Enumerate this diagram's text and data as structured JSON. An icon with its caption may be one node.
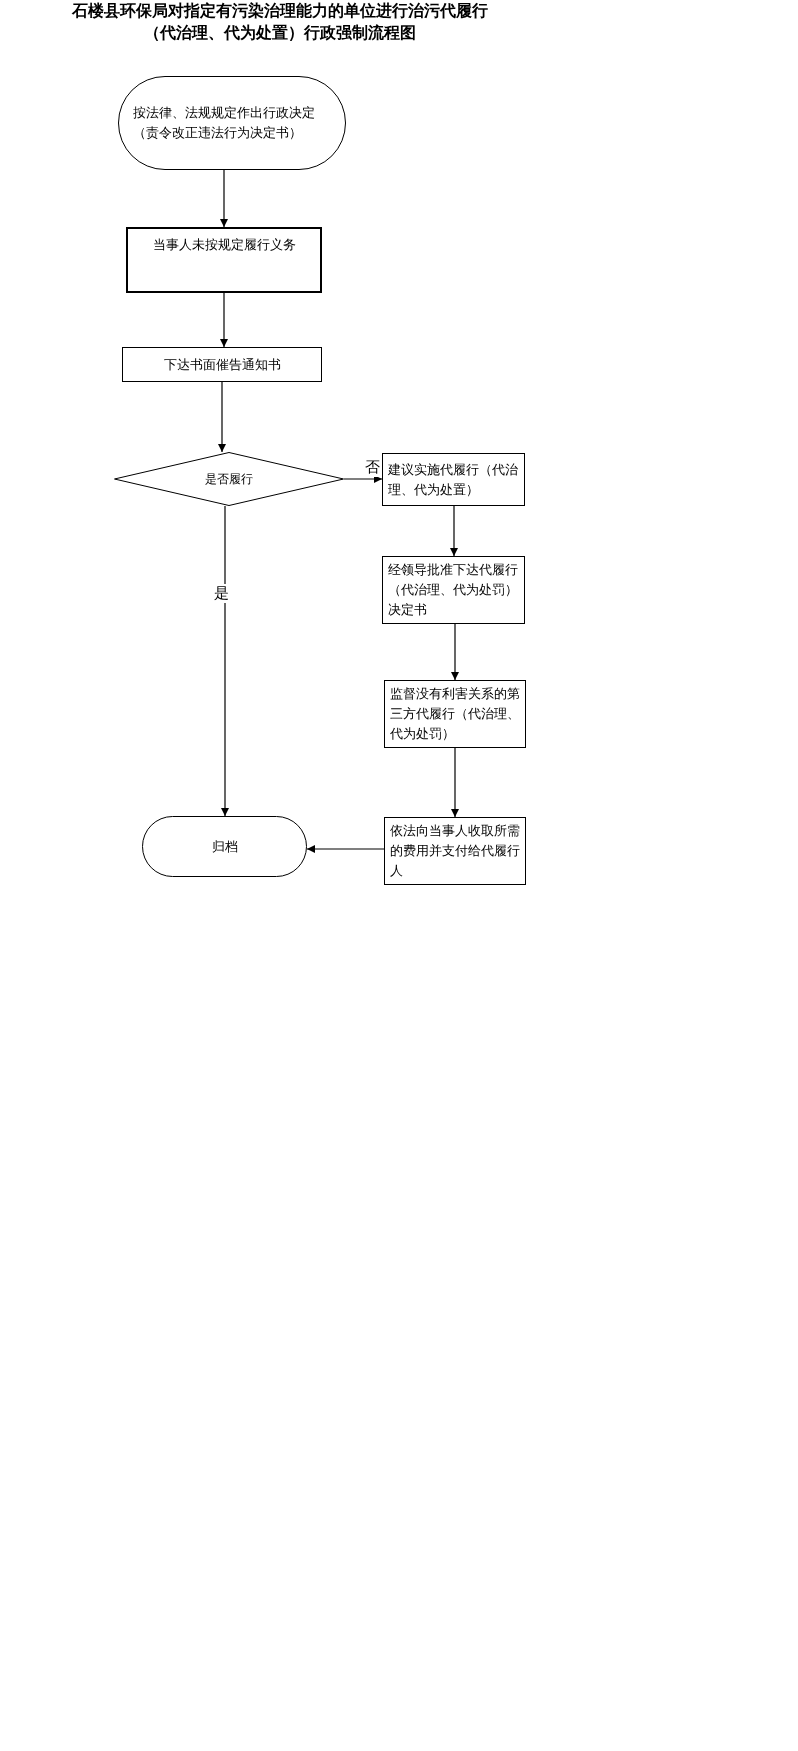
{
  "diagram": {
    "title": "石楼县环保局对指定有污染治理能力的单位进行治污代履行（代治理、代为处置）行政强制流程图",
    "nodes": [
      {
        "text": [
          "按法律、法规规定作出行政决定（责令改正违法行为决定书）"
        ]
      },
      {
        "text": [
          "当事人未按规定履行义务"
        ]
      },
      {
        "text": [
          "下达书面催告通知书"
        ]
      },
      {
        "text": [
          "是否履行"
        ]
      },
      {
        "text": [
          "建议实施代履行（代治理、代为处置）"
        ]
      },
      {
        "text": [
          "经领导批准下达代履行（代治理、代为处罚）决定书"
        ]
      },
      {
        "text": [
          "监督没有利害关系的第三方代履行（代治理、代为处罚）"
        ]
      },
      {
        "text": [
          "归档"
        ]
      },
      {
        "text": [
          "依法向当事人收取所需的费用并支付给代履行人"
        ]
      }
    ],
    "edges": [
      {
        "from": 0,
        "to": 1,
        "arrow": "to"
      },
      {
        "from": 1,
        "to": 2,
        "arrow": "to"
      },
      {
        "from": 2,
        "to": 3,
        "arrow": "to"
      },
      {
        "from": 3,
        "to": 4,
        "arrow": "to",
        "label": "否"
      },
      {
        "from": 3,
        "to": 7,
        "arrow": "to",
        "label": "是"
      },
      {
        "from": 4,
        "to": 5,
        "arrow": "to"
      },
      {
        "from": 5,
        "to": 6,
        "arrow": "to"
      },
      {
        "from": 6,
        "to": 8,
        "arrow": "to"
      },
      {
        "from": 8,
        "to": 7,
        "arrow": "to"
      }
    ]
  }
}
